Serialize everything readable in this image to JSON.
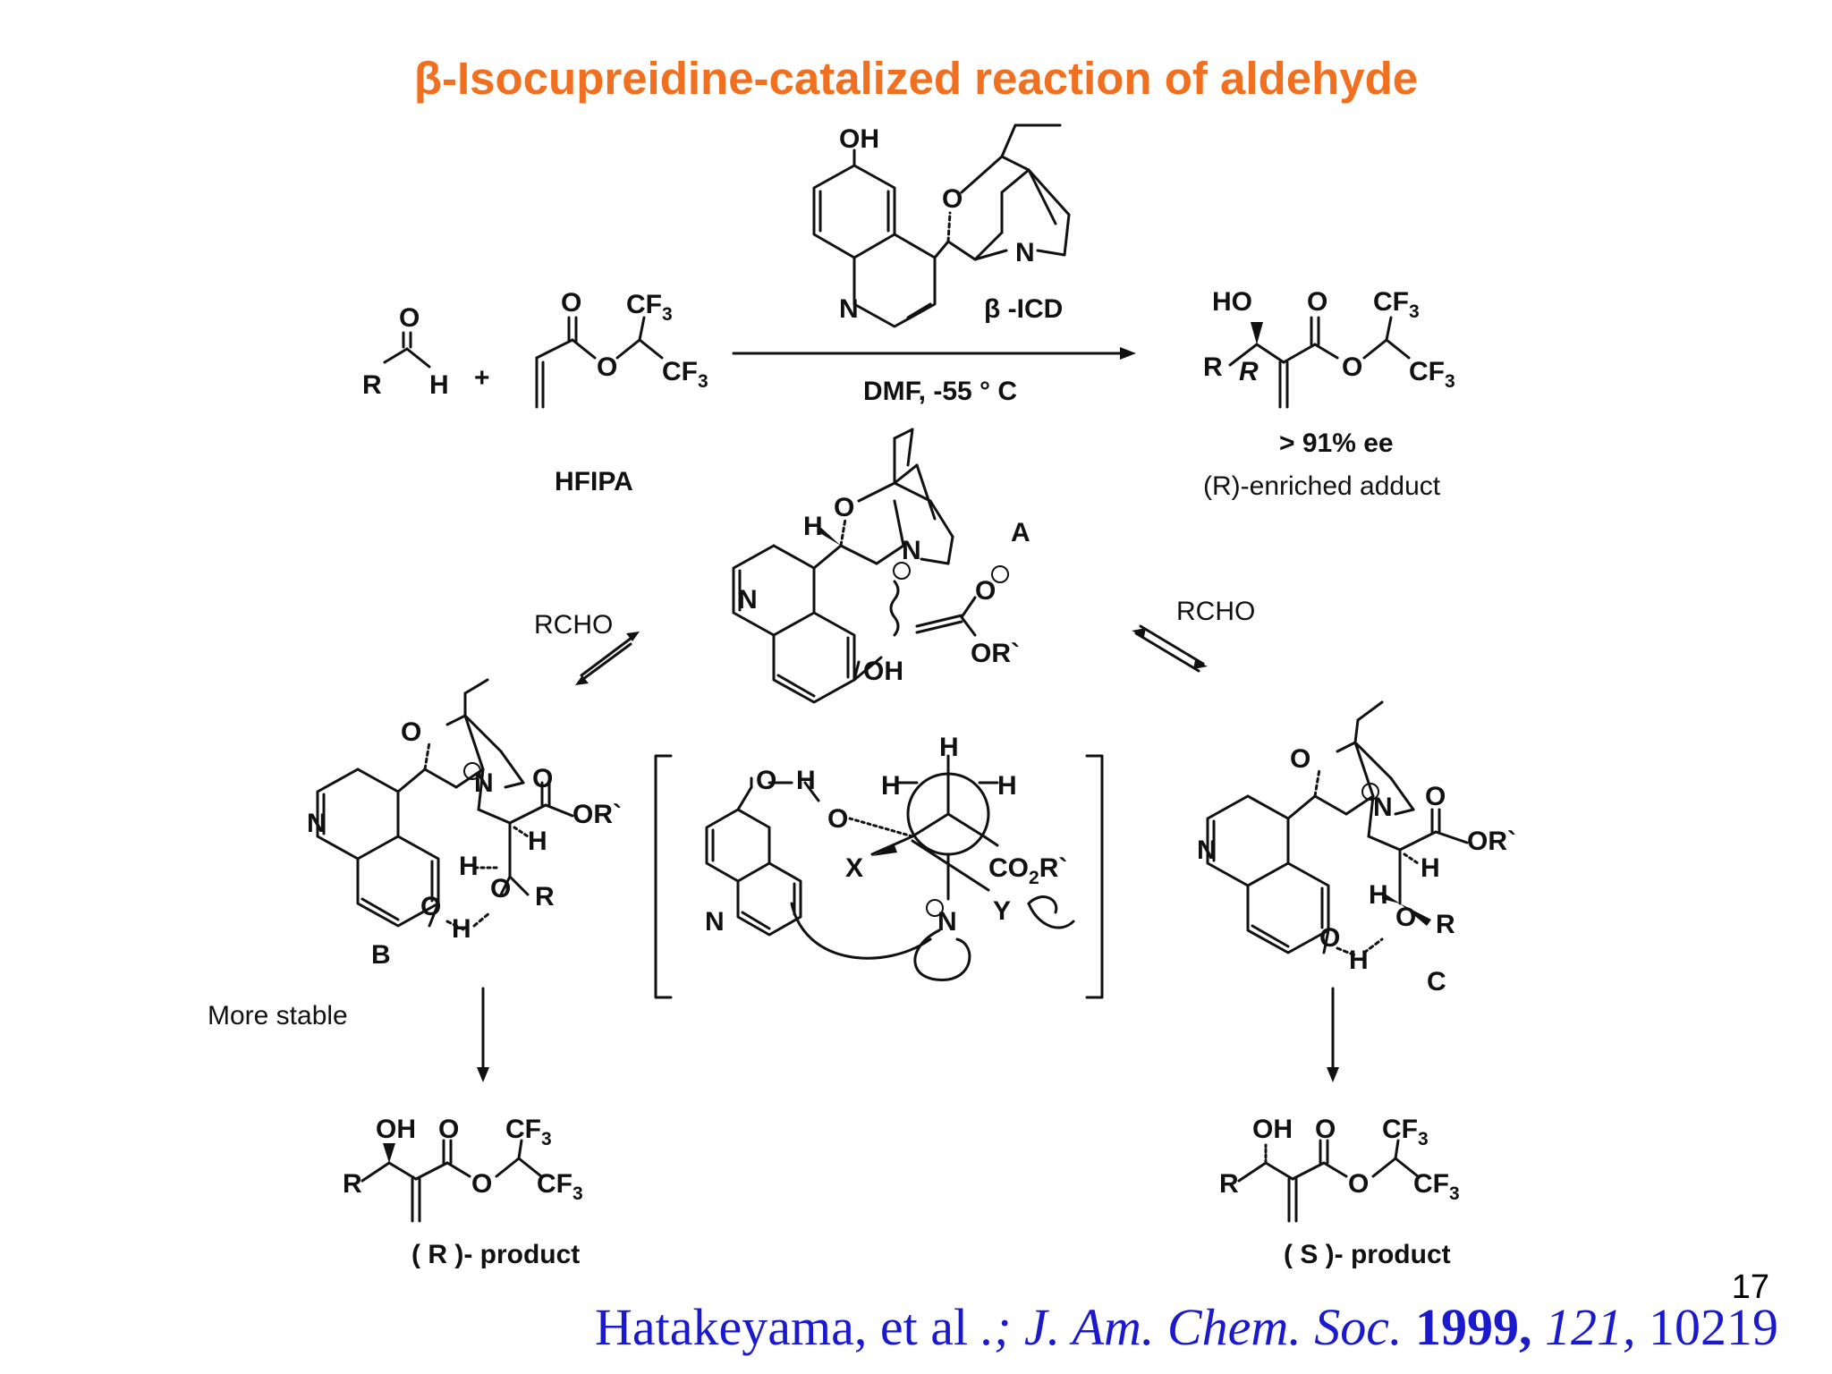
{
  "title": "β-Isocupreidine-catalized reaction of aldehyde",
  "page_number": "17",
  "citation": {
    "authors": "Hatakeyama, et al",
    "sep": " .; ",
    "journal": "J. Am. Chem. Soc.",
    "year": "1999,",
    "volume": "121,",
    "pages": "10219"
  },
  "reaction": {
    "catalyst_label": "β -ICD",
    "reagent_label": "HFIPA",
    "conditions": "DMF,  -55 ° C",
    "ee_text": "> 91% ee",
    "adduct_text": "(R)-enriched adduct",
    "plus": "+"
  },
  "intermediates": {
    "A": "A",
    "B": "B",
    "C": "C",
    "rcho_left": "RCHO",
    "rcho_right": "RCHO",
    "more_stable": "More stable"
  },
  "products": {
    "left": "( R )- product",
    "right": "( S )- product"
  },
  "atoms": {
    "OH": "OH",
    "O": "O",
    "N": "N",
    "H": "H",
    "R": "R",
    "HO": "HO",
    "CF3": "CF3",
    "ORp": "OR`",
    "CO2Rp": "CO2R`",
    "X": "X",
    "Y": "Y"
  }
}
